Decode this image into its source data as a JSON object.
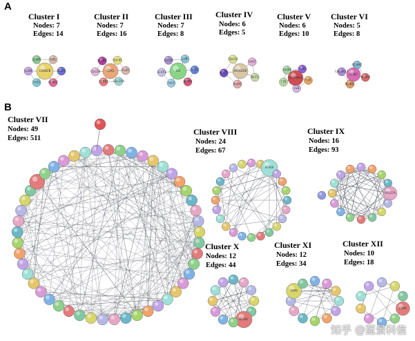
{
  "panels": {
    "a": "A",
    "b": "B"
  },
  "clusters": [
    {
      "id": "I",
      "title": "Cluster I",
      "nodes": "Nodes: 7",
      "edges": "Edges: 14",
      "hub": "CDKN2B",
      "members": [
        "CDH1",
        "CCND1",
        "TP53",
        "CDK4",
        "CDK6",
        "RB1"
      ],
      "colors": [
        "#e8d16b",
        "#6a6fd8",
        "#e06a9c",
        "#7ec9d6",
        "#c7a6e6",
        "#86c98c",
        "#d6b6a6"
      ]
    },
    {
      "id": "II",
      "title": "Cluster II",
      "nodes": "Nodes: 7",
      "edges": "Edges: 16",
      "hub": "CDK2",
      "members": [
        "CDC25A",
        "CCNE2",
        "CDC20",
        "CCNA2",
        "CDC45",
        "PLK1"
      ],
      "colors": [
        "#e9a677",
        "#9ad6cf",
        "#ec7a7a",
        "#e6b6dd",
        "#b03d9b",
        "#e9e07a",
        "#d9b6b0"
      ]
    },
    {
      "id": "III",
      "title": "Cluster III",
      "nodes": "Nodes: 7",
      "edges": "Edges: 8",
      "hub": "IL6",
      "members": [
        "SELE",
        "STAT3",
        "CXCL8",
        "JUN",
        "FOS",
        "MMP9"
      ],
      "colors": [
        "#8ad488",
        "#9ad0e8",
        "#c7bfe6",
        "#a58fd0",
        "#86c2d6",
        "#5f7fd8",
        "#d9557f"
      ]
    },
    {
      "id": "IV",
      "title": "Cluster IV",
      "nodes": "Nodes: 6",
      "edges": "Edges: 5",
      "hub": "ARHGDIB",
      "members": [
        "RAC2",
        "CDC42",
        "VAV1",
        "NCF1",
        "RHOG"
      ],
      "colors": [
        "#d8c6a6",
        "#6c4fc6",
        "#d7e08a",
        "#e6b0d9",
        "#c7d8a6",
        "#e6a6a6"
      ]
    },
    {
      "id": "V",
      "title": "Cluster V",
      "nodes": "Nodes: 6",
      "edges": "Edges: 10",
      "hub": "SERPINA1",
      "members": [
        "APOH",
        "FGB",
        "FGG",
        "ALB",
        "TTR"
      ],
      "colors": [
        "#cf4e55",
        "#9fd6a0",
        "#8d5fd8",
        "#e7a65e",
        "#d6b4e6",
        "#b4d69c"
      ]
    },
    {
      "id": "VI",
      "title": "Cluster VI",
      "nodes": "Nodes: 5",
      "edges": "Edges: 8",
      "hub": "KCNJ2",
      "members": [
        "KCNH2",
        "SCN5A",
        "KCNQ1",
        "CACNA1C"
      ],
      "colors": [
        "#d86bb2",
        "#7db9d6",
        "#d66b6b",
        "#e09a5c",
        "#a88ad8"
      ]
    },
    {
      "id": "VII",
      "title": "Cluster VII",
      "nodes": "Nodes: 49",
      "edges": "Edges: 511"
    },
    {
      "id": "VIII",
      "title": "Cluster VIII",
      "nodes": "Nodes: 24",
      "edges": "Edges: 67",
      "hub": "EP300"
    },
    {
      "id": "IX",
      "title": "Cluster IX",
      "nodes": "Nodes: 16",
      "edges": "Edges: 93",
      "hub": "RPS27A"
    },
    {
      "id": "X",
      "title": "Cluster X",
      "nodes": "Nodes: 12",
      "edges": "Edges: 44",
      "hub": "NUP62"
    },
    {
      "id": "XI",
      "title": "Cluster XI",
      "nodes": "Nodes: 12",
      "edges": "Edges: 34",
      "hub": "VARS"
    },
    {
      "id": "XII",
      "title": "Cluster XII",
      "nodes": "Nodes: 10",
      "edges": "Edges: 18",
      "hub": "COX6"
    }
  ],
  "palette": [
    "#e37b7b",
    "#8fd18b",
    "#7fb3e6",
    "#d99ad9",
    "#e6c66b",
    "#9ee0d6",
    "#c0a4e8",
    "#f0a36b",
    "#a6d66b",
    "#6bb7c9",
    "#e6a6c6",
    "#b7b7e6",
    "#d6d66b",
    "#82c8a0"
  ],
  "watermark": "知乎 @蓝景科信"
}
